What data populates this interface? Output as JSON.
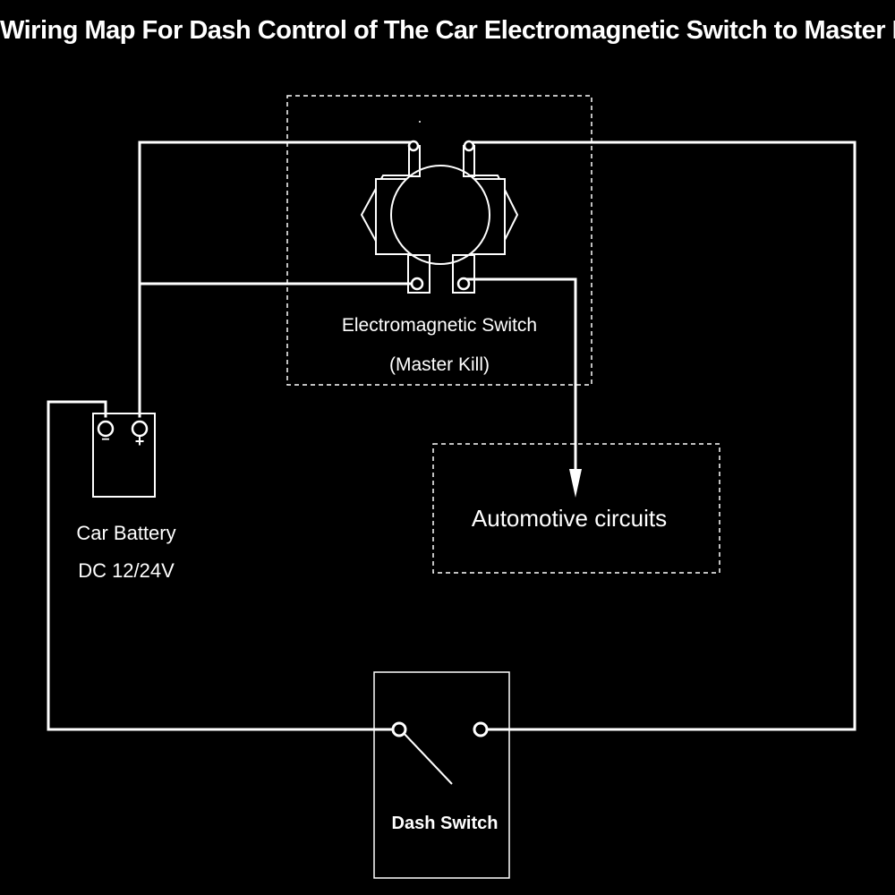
{
  "title": "Wiring Map For Dash Control of The Car Electromagnetic Switch to Master Kill",
  "colors": {
    "background": "#000000",
    "line": "#ffffff"
  },
  "electromagnetic_switch": {
    "label": "Electromagnetic Switch",
    "sublabel": "(Master Kill)"
  },
  "automotive_circuits": {
    "label": "Automotive circuits"
  },
  "battery": {
    "label": "Car Battery",
    "voltage": "DC 12/24V",
    "negative_symbol": "−",
    "positive_symbol": "+"
  },
  "dash_switch": {
    "label": "Dash Switch"
  }
}
